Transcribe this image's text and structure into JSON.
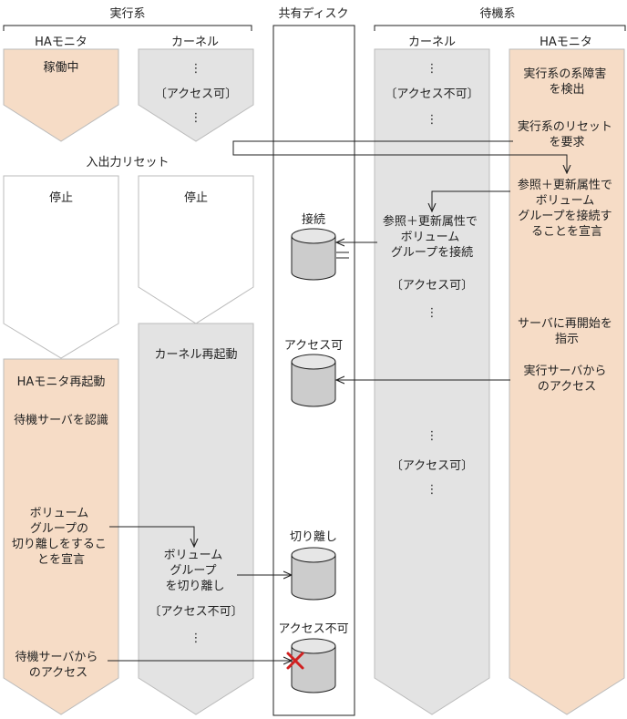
{
  "headers": {
    "active_system": "実行系",
    "shared_disk": "共有ディスク",
    "standby_system": "待機系"
  },
  "columns": {
    "active_ha_monitor": "HAモニタ",
    "active_kernel": "カーネル",
    "standby_kernel": "カーネル",
    "standby_ha_monitor": "HAモニタ"
  },
  "labels": {
    "running": "稼働中",
    "dots": "⋮",
    "access_ok": "〔アクセス可〕",
    "access_ng": "〔アクセス不可〕",
    "io_reset": "入出力リセット",
    "stopped": "停止",
    "kernel_restart": "カーネル再起動",
    "ha_restart": "HAモニタ再起動",
    "recognize_standby": "待機サーバを認識",
    "declare_detach": [
      "ボリューム",
      "グループの",
      "切り離しをするこ",
      "とを宣言"
    ],
    "detach_vg": [
      "ボリューム",
      "グループ",
      "を切り離し"
    ],
    "access_from_standby": [
      "待機サーバから",
      "のアクセス"
    ],
    "detect_failure": [
      "実行系の系障害",
      "を検出"
    ],
    "request_reset": [
      "実行系のリセット",
      "を要求"
    ],
    "declare_connect": [
      "参照＋更新属性で",
      "ボリューム",
      "グループを接続す",
      "ることを宣言"
    ],
    "connect_vg": [
      "参照＋更新属性で",
      "ボリューム",
      "グループを接続"
    ],
    "instruct_restart": [
      "サーバに再開始を",
      "指示"
    ],
    "access_from_active": [
      "実行サーバから",
      "のアクセス"
    ],
    "disk_connect": "接続",
    "disk_access_ok": "アクセス可",
    "disk_detach": "切り離し",
    "disk_access_ng": "アクセス不可"
  },
  "colors": {
    "ha_fill": "#f6dcc6",
    "kernel_fill": "#e3e3e3",
    "stroke": "#bbbbbb",
    "line": "#222222",
    "error_mark": "#d02020"
  }
}
